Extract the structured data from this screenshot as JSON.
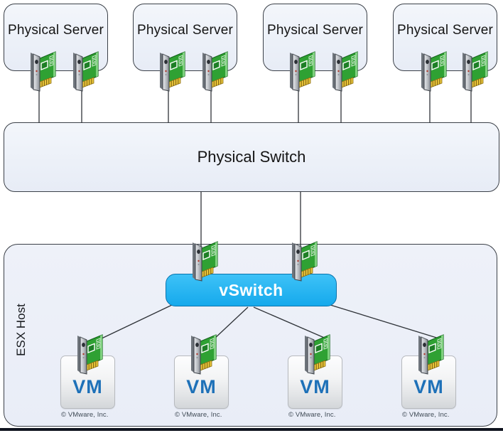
{
  "servers": [
    {
      "label": "Physical Server"
    },
    {
      "label": "Physical Server"
    },
    {
      "label": "Physical Server"
    },
    {
      "label": "Physical Server"
    }
  ],
  "physical_switch": {
    "label": "Physical Switch"
  },
  "esx_host": {
    "label": "ESX Host"
  },
  "vswitch": {
    "label": "vSwitch"
  },
  "vms": [
    {
      "label": "VM",
      "copyright": "© VMware, Inc."
    },
    {
      "label": "VM",
      "copyright": "© VMware, Inc."
    },
    {
      "label": "VM",
      "copyright": "© VMware, Inc."
    },
    {
      "label": "VM",
      "copyright": "© VMware, Inc."
    }
  ],
  "colors": {
    "box_border": "#3b4048",
    "vswitch_fill": "#15a9ec",
    "vswitch_fill_light": "#3ec2f7",
    "vswitch_border": "#0b74ad",
    "vm_text": "#1e71b8",
    "line": "#2f3338",
    "nic_green": "#2fa133",
    "bottom_bar": "#10141f"
  }
}
